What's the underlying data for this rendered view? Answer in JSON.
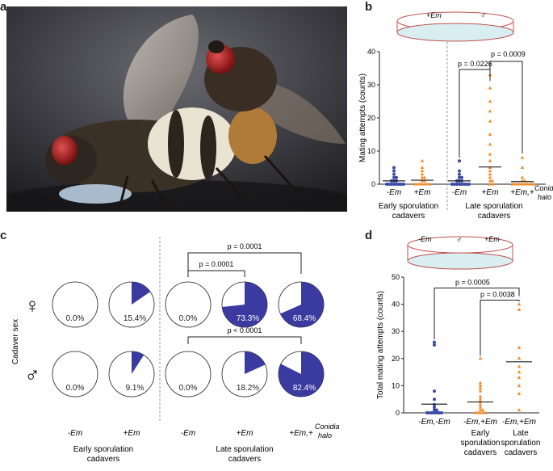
{
  "panel_labels": {
    "a": "a",
    "b": "b",
    "c": "c",
    "d": "d"
  },
  "panel_b": {
    "dish_labels": [
      "+Em",
      "♂"
    ],
    "ylabel": "Mating attempts (counts)",
    "yticks": [
      "0",
      "10",
      "20",
      "30",
      "40"
    ],
    "group_labels": [
      "-Em",
      "+Em",
      "-Em",
      "+Em",
      "+Em,+"
    ],
    "conidia_label": [
      "Conidia",
      "halo"
    ],
    "group_captions": [
      [
        "Early sporulation",
        "cadavers"
      ],
      [
        "Late sporulation",
        "cadavers"
      ]
    ],
    "pvalues": [
      "p = 0.0226",
      "p = 0.0009"
    ]
  },
  "panel_c": {
    "ylabel": "Cadaver sex",
    "female_symbol": "♀",
    "male_symbol": "♂",
    "female_pcts": [
      "0.0%",
      "15.4%",
      "0.0%",
      "73.3%",
      "68.4%"
    ],
    "male_pcts": [
      "0.0%",
      "9.1%",
      "0.0%",
      "18.2%",
      "82.4%"
    ],
    "column_labels": [
      "-Em",
      "+Em",
      "-Em",
      "+Em",
      "+Em,+"
    ],
    "conidia_label": [
      "Conidia",
      "halo"
    ],
    "group_captions": [
      [
        "Early sporulation",
        "cadavers"
      ],
      [
        "Late sporulation",
        "cadavers"
      ]
    ],
    "pvalues_female": [
      "p = 0.0001",
      "p = 0.0001"
    ],
    "pvalue_male": "p < 0.0001"
  },
  "panel_d": {
    "dish_labels": [
      "-Em",
      "♂",
      "+Em"
    ],
    "ylabel": "Total mating attempts (counts)",
    "yticks": [
      "0",
      "10",
      "20",
      "30",
      "40",
      "50"
    ],
    "group_labels": [
      "-Em,-Em",
      "-Em,+Em",
      "-Em,+Em"
    ],
    "group_captions": [
      [
        "Early",
        "sporulation",
        "cadavers"
      ],
      [
        "Late",
        "sporulation",
        "cadavers"
      ]
    ],
    "pvalues": [
      "p = 0.0005",
      "p = 0.0038"
    ]
  },
  "colors": {
    "blue": "#3b4ba8",
    "orange": "#f28c28",
    "pie_fill": "#3a3aa0",
    "grey_dash": "#999999"
  },
  "chart_data": [
    {
      "type": "scatter",
      "panel": "b",
      "ylabel": "Mating attempts (counts)",
      "ylim": [
        0,
        40
      ],
      "categories": [
        "-Em",
        "+Em",
        "-Em",
        "+Em",
        "+Em,+Conidia halo"
      ],
      "series": [
        {
          "values": [
            0,
            0,
            0,
            0,
            0,
            0,
            0,
            0,
            1,
            1,
            1,
            2,
            2,
            3,
            4,
            5
          ]
        },
        {
          "values": [
            0,
            0,
            0,
            0,
            0,
            0,
            0,
            1,
            1,
            2,
            2,
            3,
            4,
            5,
            7
          ]
        },
        {
          "values": [
            0,
            0,
            0,
            0,
            0,
            0,
            0,
            0,
            1,
            1,
            1,
            2,
            2,
            3,
            4,
            7
          ]
        },
        {
          "values": [
            0,
            0,
            1,
            1,
            2,
            3,
            4,
            5,
            7,
            9,
            12,
            15,
            19,
            22,
            25,
            29,
            33
          ]
        },
        {
          "values": [
            0,
            0,
            0,
            0,
            0,
            0,
            0,
            0,
            0,
            0,
            1,
            1,
            2,
            5,
            8
          ]
        }
      ],
      "means": [
        1,
        1.2,
        1,
        5.2,
        0.8
      ]
    },
    {
      "type": "pie",
      "panel": "c",
      "rows": [
        "female",
        "male"
      ],
      "categories": [
        "-Em",
        "+Em",
        "-Em",
        "+Em",
        "+Em,+Conidia halo"
      ],
      "female": [
        0.0,
        15.4,
        0.0,
        73.3,
        68.4
      ],
      "male": [
        0.0,
        9.1,
        0.0,
        18.2,
        82.4
      ]
    },
    {
      "type": "scatter",
      "panel": "d",
      "ylabel": "Total mating attempts (counts)",
      "ylim": [
        0,
        50
      ],
      "categories": [
        "-Em,-Em",
        "-Em,+Em",
        "-Em,+Em"
      ],
      "series": [
        {
          "values": [
            0,
            0,
            0,
            0,
            0,
            0,
            0,
            1,
            1,
            2,
            3,
            5,
            8,
            25,
            26
          ]
        },
        {
          "values": [
            0,
            0,
            0,
            0,
            0,
            1,
            1,
            2,
            3,
            4,
            5,
            6,
            8,
            9,
            10,
            11,
            20
          ]
        },
        {
          "values": [
            1,
            7,
            10,
            13,
            15,
            17,
            20,
            24,
            38,
            40
          ]
        }
      ],
      "means": [
        3.2,
        4,
        18.8
      ]
    }
  ]
}
